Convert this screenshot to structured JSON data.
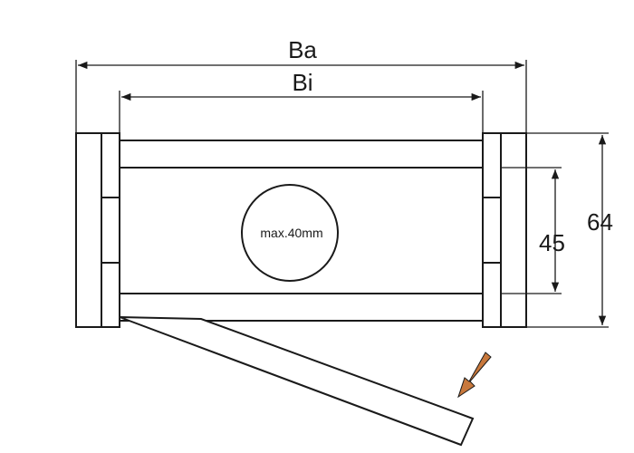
{
  "dimensions": {
    "outer_width_label": "Ba",
    "inner_width_label": "Bi",
    "outer_height_label": "64",
    "inner_height_label": "45",
    "max_diameter_label": "max.40mm"
  },
  "colors": {
    "line": "#1a1a1a",
    "arrow_fill": "#c8783c"
  },
  "icons": {
    "direction_arrow": "arrow-down-left-icon"
  }
}
